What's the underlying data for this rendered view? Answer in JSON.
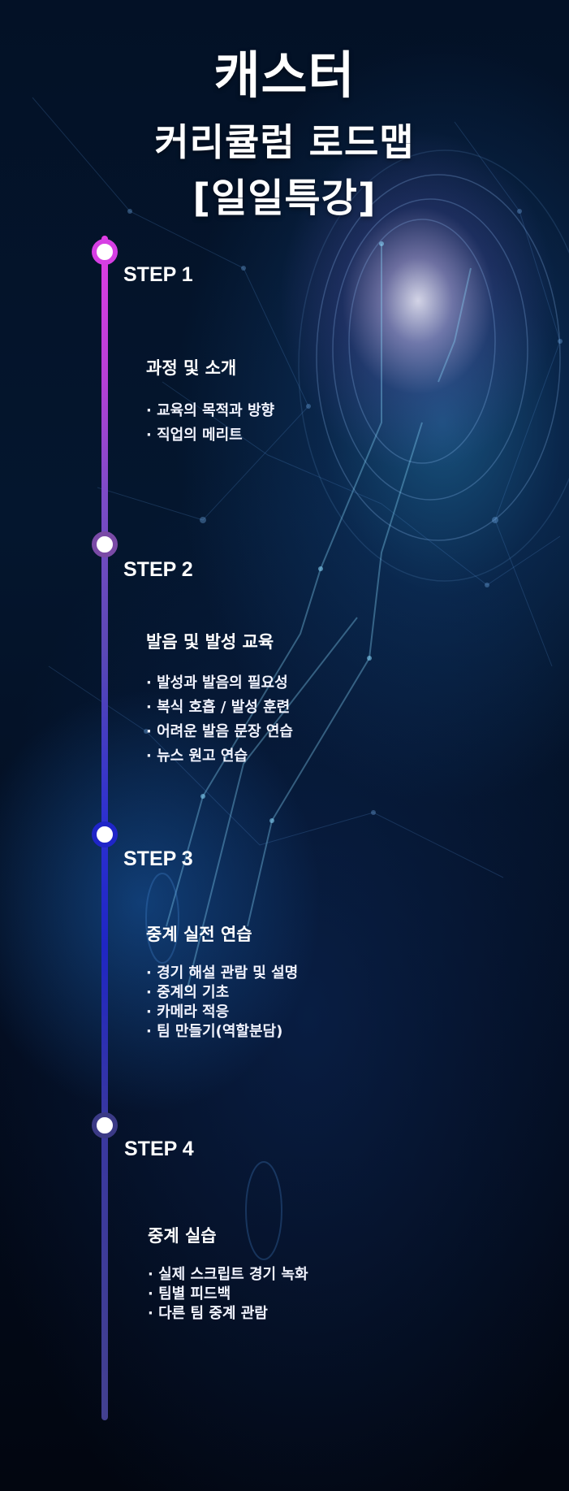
{
  "header": {
    "line1": "캐스터",
    "line2": "커리큘럼 로드맵",
    "line3": "[일일특강]"
  },
  "steps": [
    {
      "label": "STEP 1",
      "title": "과정 및 소개",
      "items": [
        "교육의 목적과 방향",
        "직업의 메리트"
      ]
    },
    {
      "label": "STEP 2",
      "title": "발음 및 발성 교육",
      "items": [
        "발성과 발음의 필요성",
        "복식 호흡 / 발성 훈련",
        "어려운 발음 문장 연습",
        "뉴스 원고 연습"
      ]
    },
    {
      "label": "STEP 3",
      "title": "중계 실전 연습",
      "items": [
        "경기 해설 관람 및 설명",
        "중계의 기초",
        "카메라 적응",
        "팀 만들기(역할분담)"
      ]
    },
    {
      "label": "STEP 4",
      "title": "중계 실습",
      "items": [
        "실제 스크립트 경기 녹화",
        "팀별 피드백",
        "다른 팀 중계 관람"
      ]
    }
  ],
  "colors": {
    "node_step1": "#d63fe3",
    "node_step2": "#7a4aa6",
    "node_step3": "#1f25c8",
    "node_step4": "#3b3a86"
  }
}
